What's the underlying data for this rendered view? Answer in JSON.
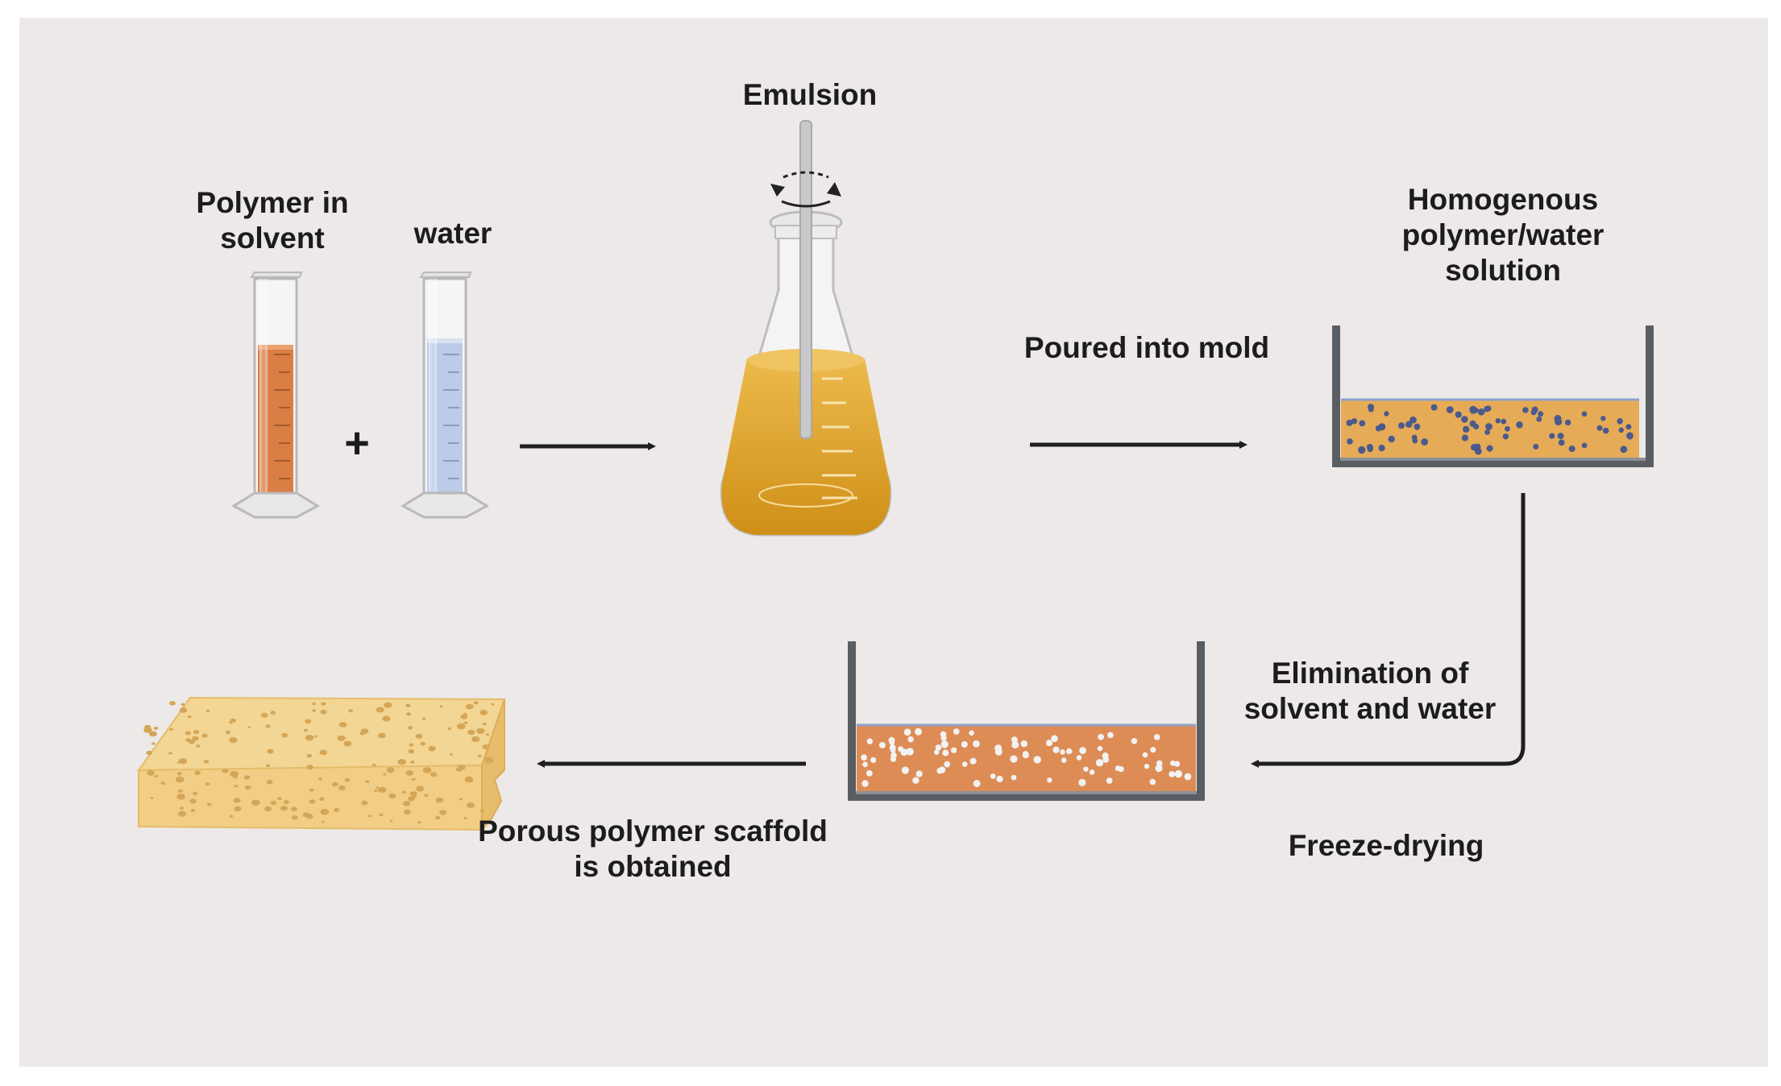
{
  "colors": {
    "background": "#ede9e8",
    "arrow": "#1f1f1f",
    "polymer_liquid": "#d97f45",
    "water_liquid": "#bccbe8",
    "emulsion_liquid": "#e2a62c",
    "mold_wall": "#5a5e63",
    "mold_fill_homogenous": "#e6ab57",
    "mold_fill_frozen": "#dd8c55",
    "dot_blue": "#4a5a8c",
    "dot_white": "#f2f2f2",
    "sponge": "#f1cd86"
  },
  "labels": {
    "polymer_in_solvent": [
      "Polymer in",
      "solvent"
    ],
    "plus": "+",
    "water": "water",
    "emulsion": "Emulsion",
    "poured_into_mold": "Poured into mold",
    "homogenous_solution": [
      "Homogenous",
      "polymer/water",
      "solution"
    ],
    "elimination": [
      "Elimination of",
      "solvent and water"
    ],
    "freeze_drying": "Freeze-drying",
    "porous_scaffold": [
      "Porous polymer scaffold",
      "is obtained"
    ]
  },
  "icons": [
    "graduated-cylinder-icon",
    "erlenmeyer-flask-icon",
    "stirrer-rod-icon",
    "mold-tray-icon",
    "sponge-scaffold-icon",
    "arrow-icon"
  ]
}
